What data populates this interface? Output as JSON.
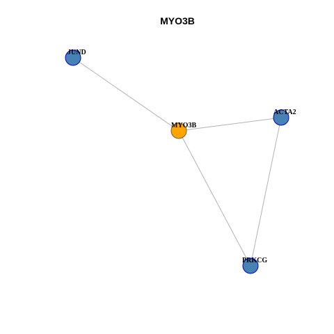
{
  "graph": {
    "title": "MYO3B",
    "nodes": [
      {
        "id": "JUND",
        "label": "JUND",
        "fill": "#4682B4",
        "stroke": "#0000CD"
      },
      {
        "id": "MYO3B",
        "label": "MYO3B",
        "fill": "#FFA500",
        "stroke": "#7F5A2B"
      },
      {
        "id": "ACTA2",
        "label": "ACTA2",
        "fill": "#4682B4",
        "stroke": "#0000CD"
      },
      {
        "id": "PRKCG",
        "label": "PRKCG",
        "fill": "#4682B4",
        "stroke": "#0000CD"
      }
    ],
    "edges": [
      {
        "source": "JUND",
        "target": "MYO3B"
      },
      {
        "source": "MYO3B",
        "target": "ACTA2"
      },
      {
        "source": "MYO3B",
        "target": "PRKCG"
      },
      {
        "source": "ACTA2",
        "target": "PRKCG"
      }
    ]
  }
}
